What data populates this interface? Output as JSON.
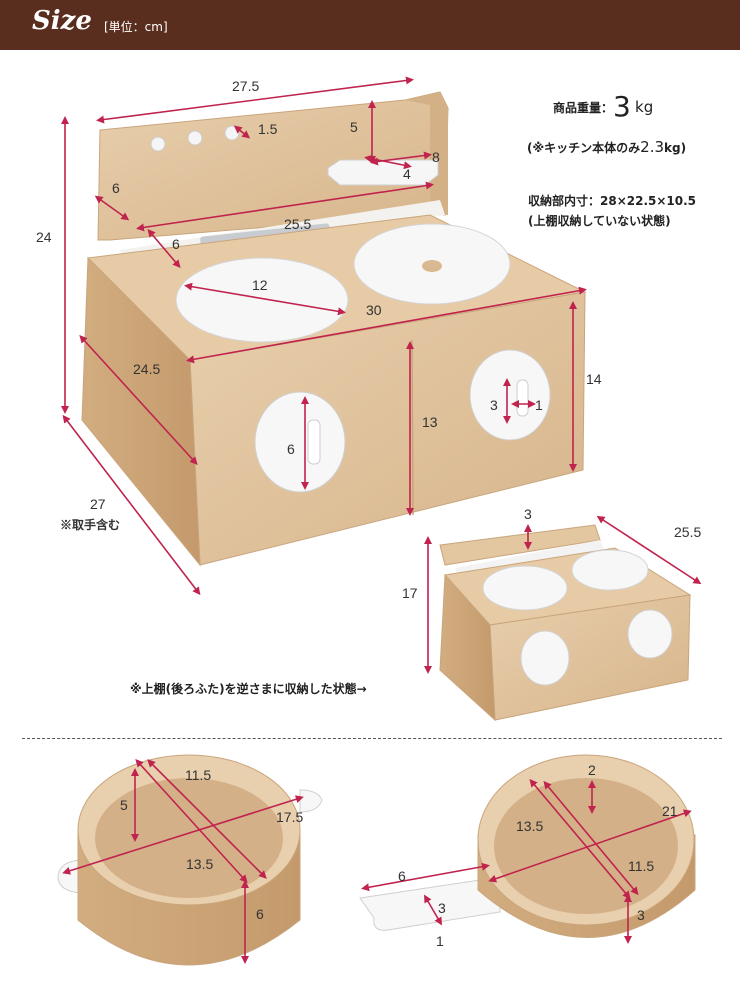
{
  "header": {
    "logo": "Size",
    "unit": "[単位：cm]"
  },
  "info": {
    "weight_label": "商品重量：",
    "weight_value": "3",
    "weight_unit": "kg",
    "body_only_prefix": "(※キッチン本体のみ",
    "body_only_value": "2.3",
    "body_only_suffix": "kg)",
    "storage_line1": "収納部内寸：28×22.5×10.5",
    "storage_line2": "(上棚収納していない状態)"
  },
  "dims_kitchen": {
    "width_top": "27.5",
    "hook": "1.5",
    "shelf_height": "5",
    "shelf_width": "8",
    "shelf_depth": "4",
    "back_thickness": "6",
    "total_height": "24",
    "inner_width": "25.5",
    "inner_depth": "6",
    "burner": "12",
    "counter_width": "30",
    "side_depth": "24.5",
    "body_height": "14",
    "door_height": "13",
    "knob_big": "6",
    "knob_small_h": "3",
    "knob_small_w": "1",
    "total_depth": "27",
    "depth_note": "※取手含む"
  },
  "dims_stored": {
    "top": "3",
    "depth": "25.5",
    "height": "17",
    "caption": "※上棚(後ろふた)を逆さまに収納した状態→"
  },
  "dims_pot": {
    "inner_diag": "11.5",
    "depth": "5",
    "handle_span": "17.5",
    "outer_diag": "13.5",
    "height": "6"
  },
  "dims_pan": {
    "rim": "2",
    "diag_a": "13.5",
    "total": "21",
    "diag_b": "11.5",
    "handle_len": "6",
    "handle_w": "3",
    "handle_t": "1",
    "height": "3"
  }
}
